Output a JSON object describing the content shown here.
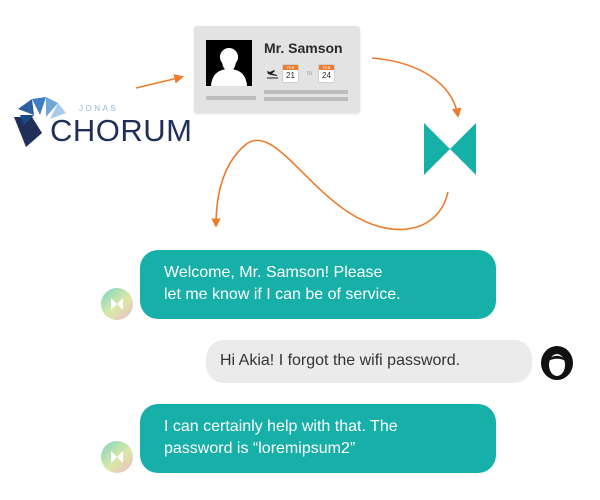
{
  "logo": {
    "top_word": "JONAS",
    "main_word": "CHORUM"
  },
  "card": {
    "name": "Mr. Samson",
    "checkin": {
      "month": "FEB",
      "day": "21"
    },
    "connector": "to",
    "checkout": {
      "month": "FEB",
      "day": "24"
    },
    "photo_icon": "person-silhouette-icon"
  },
  "chat": {
    "messages": [
      {
        "sender": "bot",
        "lines": [
          "Welcome, Mr. Samson! Please",
          "let me know if I can be of service."
        ]
      },
      {
        "sender": "user",
        "lines": [
          "Hi Akia! I forgot the wifi password."
        ]
      },
      {
        "sender": "bot",
        "lines": [
          "I can certainly help with that. The",
          "password is “loremipsum2”"
        ]
      }
    ]
  },
  "colors": {
    "accent_teal": "#17b0a8",
    "arrow_orange": "#ec7b2b",
    "logo_navy": "#1f2f5a",
    "user_bubble": "#ebebeb"
  }
}
